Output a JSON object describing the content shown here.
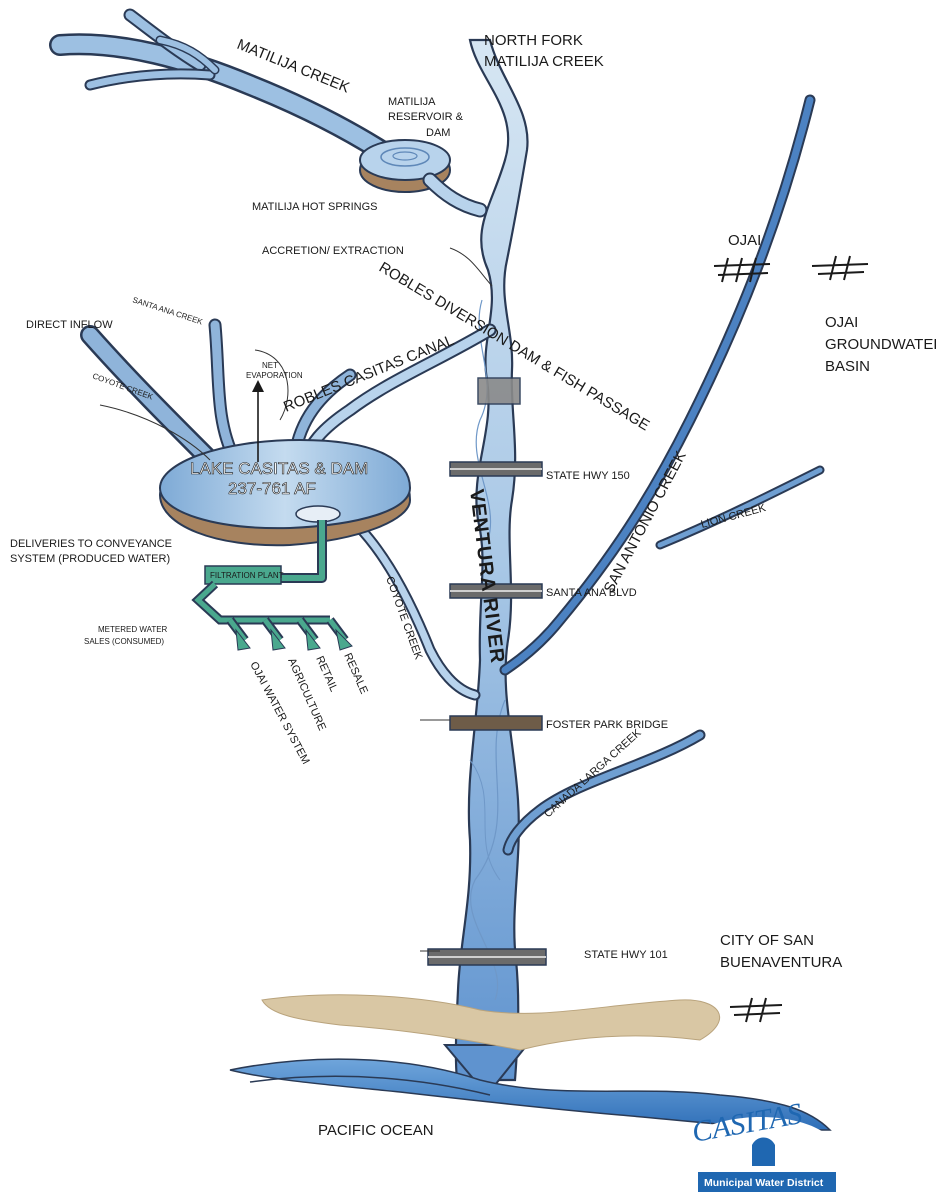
{
  "labels": {
    "north_fork_line1": "NORTH FORK",
    "north_fork_line2": "MATILIJA CREEK",
    "matilija_creek": "MATILIJA CREEK",
    "reservoir_line1": "MATILIJA",
    "reservoir_line2": "RESERVOIR &",
    "reservoir_line3": "DAM",
    "hot_springs": "MATILIJA HOT SPRINGS",
    "accretion": "ACCRETION/ EXTRACTION",
    "robles_diversion": "ROBLES DIVERSION DAM & FISH PASSAGE",
    "ojai": "OJAI",
    "ojai_gw_line1": "OJAI",
    "ojai_gw_line2": "GROUNDWATER",
    "ojai_gw_line3": "BASIN",
    "direct_inflow": "DIRECT INFLOW",
    "santa_ana_creek": "SANTA ANA CREEK",
    "coyote_creek_small": "COYOTE CREEK",
    "net_evap_line1": "NET",
    "net_evap_line2": "EVAPORATION",
    "robles_canal": "ROBLES CASITAS CANAL",
    "lake_casitas": "LAKE CASITAS & DAM",
    "lake_capacity": "237-761 AF",
    "san_antonio_creek": "SAN ANTONIO CREEK",
    "lion_creek": "LION CREEK",
    "hwy150": "STATE HWY 150",
    "ventura_river": "VENTURA RIVER",
    "deliveries_line1": "DELIVERIES TO CONVEYANCE",
    "deliveries_line2": "SYSTEM (PRODUCED WATER)",
    "filtration_plant": "FILTRATION PLANT",
    "santa_ana_blvd": "SANTA ANA BLVD",
    "metered_line1": "METERED WATER",
    "metered_line2": "SALES (CONSUMED)",
    "resale": "RESALE",
    "retail": "RETAIL",
    "agriculture": "AGRICULTURE",
    "ojai_water_system": "OJAI WATER SYSTEM",
    "coyote_creek": "COYOTE CREEK",
    "foster_park": "FOSTER PARK BRIDGE",
    "canada_larga": "CANADA LARGA CREEK",
    "hwy101": "STATE HWY 101",
    "city_line1": "CITY OF SAN",
    "city_line2": "BUENAVENTURA",
    "pacific_ocean": "PACIFIC OCEAN"
  },
  "logo": {
    "name": "CASITAS",
    "subtitle": "Municipal Water District"
  },
  "colors": {
    "river_light": "#c9ddef",
    "river_mid": "#8fb4da",
    "river_dark": "#4c82c2",
    "outline": "#2a3a55",
    "lake_brown": "#a7835f",
    "pipe_green": "#4aa88e",
    "sand": "#d9c7a4",
    "ocean": "#3e7fc8",
    "logo_blue": "#1f67b1"
  }
}
